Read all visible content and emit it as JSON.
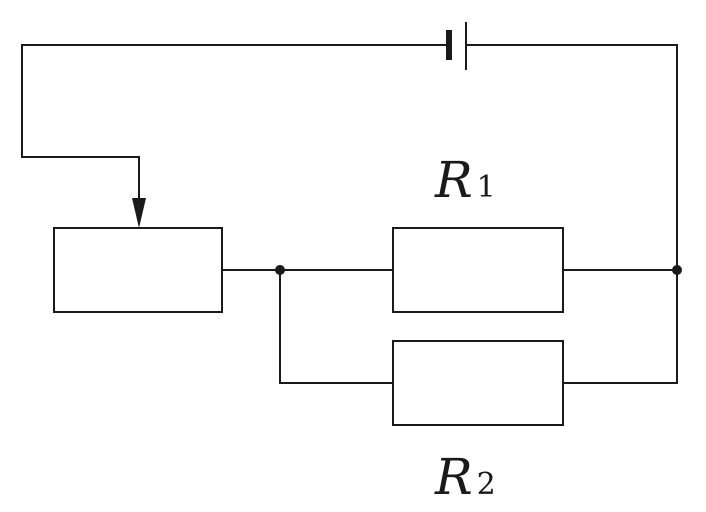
{
  "labels": {
    "r1": {
      "main": "R",
      "sub": "1"
    },
    "r2": {
      "main": "R",
      "sub": "2"
    }
  },
  "colors": {
    "line": "#1a1a1a",
    "background": "#ffffff"
  }
}
